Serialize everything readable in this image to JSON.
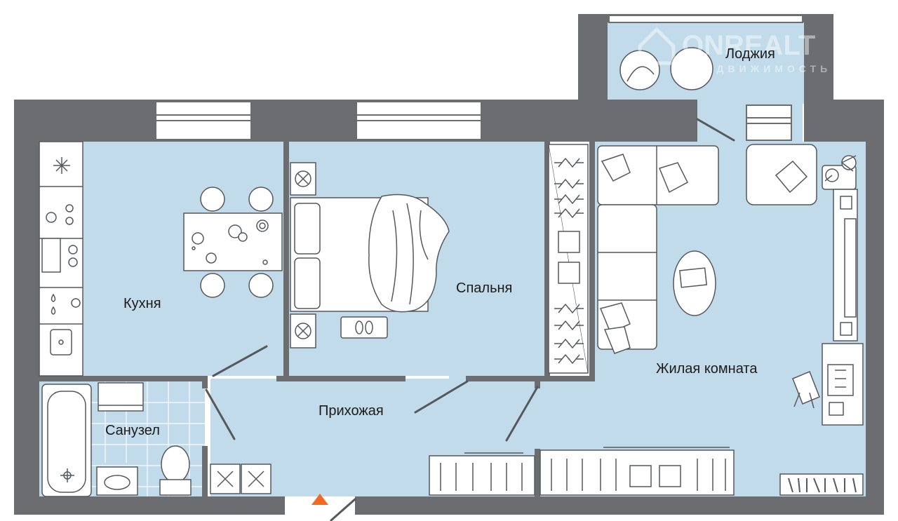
{
  "rooms": {
    "kitchen": "Кухня",
    "bedroom": "Спальня",
    "living": "Жилая комната",
    "hall": "Прихожая",
    "bathroom": "Санузел",
    "loggia": "Лоджия"
  },
  "watermark": {
    "brand": "ONREALT",
    "tagline": "НЕДВИЖИМОСТЬ"
  },
  "colors": {
    "floor": "#c2dbea",
    "wall": "#6b6d70",
    "furniture_fill": "#ffffff",
    "furniture_stroke": "#55585c",
    "entrance_marker": "#f06a22"
  },
  "icons": {
    "entrance": "entrance-triangle-icon"
  }
}
